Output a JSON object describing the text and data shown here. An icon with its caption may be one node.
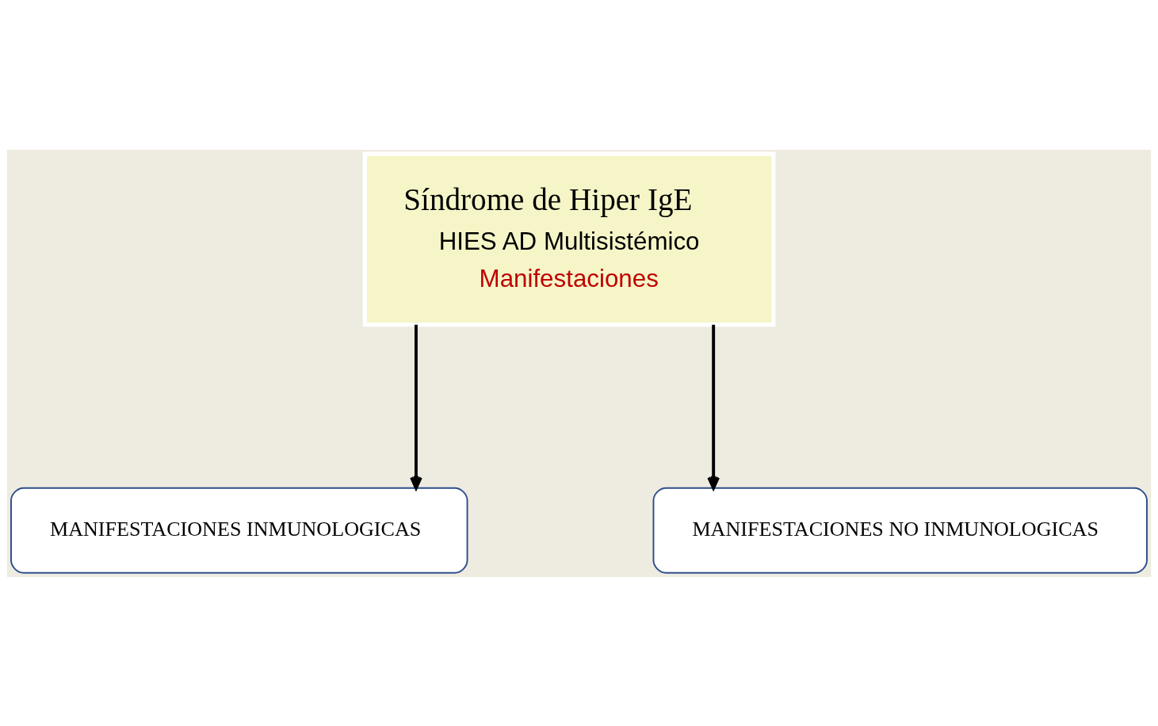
{
  "diagram": {
    "nodes": [
      {
        "text": [
          "Síndrome de Hiper IgE",
          "HIES AD Multisistémico",
          "Manifestaciones"
        ]
      },
      {
        "text": [
          "MANIFESTACIONES INMUNOLOGICAS"
        ]
      },
      {
        "text": [
          "MANIFESTACIONES NO INMUNOLOGICAS"
        ]
      }
    ],
    "edges": [
      {
        "from": 0,
        "to": 1,
        "arrow": "to"
      },
      {
        "from": 0,
        "to": 2,
        "arrow": "to"
      }
    ]
  }
}
